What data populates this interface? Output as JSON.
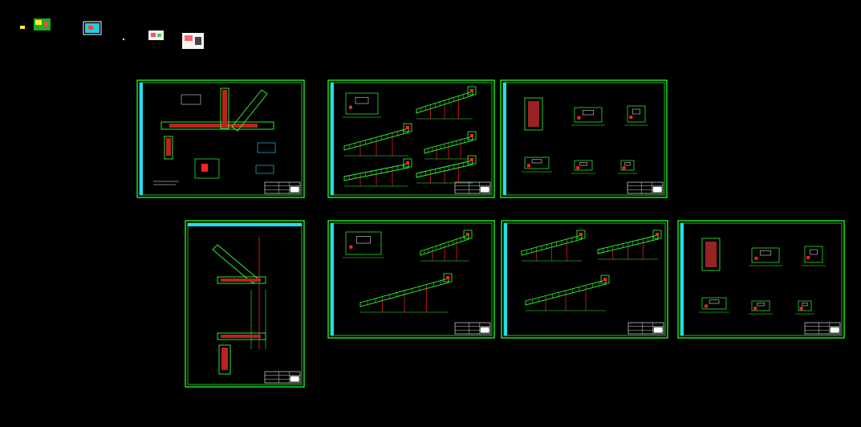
{
  "viewport": {
    "background": "#000000"
  },
  "colors": {
    "frame": "#22ee22",
    "line": "#33ff33",
    "accent_red": "#ff2222",
    "accent_cyan": "#22ddee",
    "accent_yellow": "#ffee33",
    "accent_white": "#ffffff",
    "title_block": "#ffffff"
  },
  "thumbnails": [
    {
      "name": "thumb-1",
      "kind": "yellow-mark"
    },
    {
      "name": "thumb-2",
      "kind": "green-sheet"
    },
    {
      "name": "thumb-3",
      "kind": "cyan-sheet"
    },
    {
      "name": "thumb-4",
      "kind": "dot"
    },
    {
      "name": "thumb-5",
      "kind": "white-sheet"
    },
    {
      "name": "thumb-6",
      "kind": "white-sheet-large"
    }
  ],
  "sheets": [
    {
      "name": "sheet-1",
      "layout": "conveyor-plan"
    },
    {
      "name": "sheet-2",
      "layout": "inclined-conveyors-4"
    },
    {
      "name": "sheet-3",
      "layout": "detail-elevations"
    },
    {
      "name": "sheet-4",
      "layout": "portrait-plan"
    },
    {
      "name": "sheet-5",
      "layout": "inclined-conveyors-3"
    },
    {
      "name": "sheet-6",
      "layout": "inclined-conveyors-3b"
    },
    {
      "name": "sheet-7",
      "layout": "detail-elevations"
    }
  ]
}
